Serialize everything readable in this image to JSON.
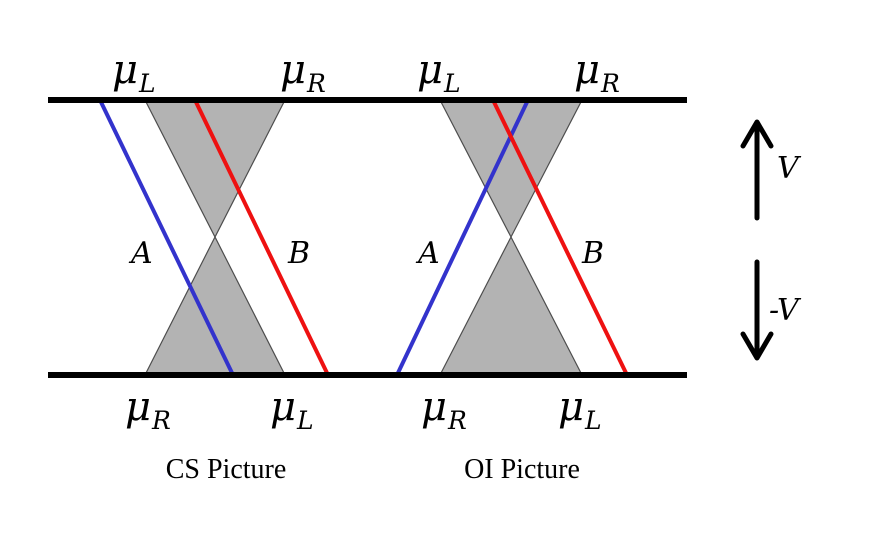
{
  "colors": {
    "rail": "#000000",
    "cone_fill": "#b3b3b3",
    "cone_stroke": "#4d4d4d",
    "line_a": "#3333cc",
    "line_b": "#ee1111",
    "text": "#000000"
  },
  "cs_panel": {
    "caption": "CS Picture",
    "top_left": {
      "symbol": "μ",
      "subscript": "L"
    },
    "top_right": {
      "symbol": "μ",
      "subscript": "R"
    },
    "bottom_left": {
      "symbol": "μ",
      "subscript": "R"
    },
    "bottom_right": {
      "symbol": "μ",
      "subscript": "L"
    },
    "line_a_label": "A",
    "line_b_label": "B"
  },
  "oi_panel": {
    "caption": "OI Picture",
    "top_left": {
      "symbol": "μ",
      "subscript": "L"
    },
    "top_right": {
      "symbol": "μ",
      "subscript": "R"
    },
    "bottom_left": {
      "symbol": "μ",
      "subscript": "R"
    },
    "bottom_right": {
      "symbol": "μ",
      "subscript": "L"
    },
    "line_a_label": "A",
    "line_b_label": "B"
  },
  "bias": {
    "up_label": "V",
    "down_label": "-V"
  }
}
